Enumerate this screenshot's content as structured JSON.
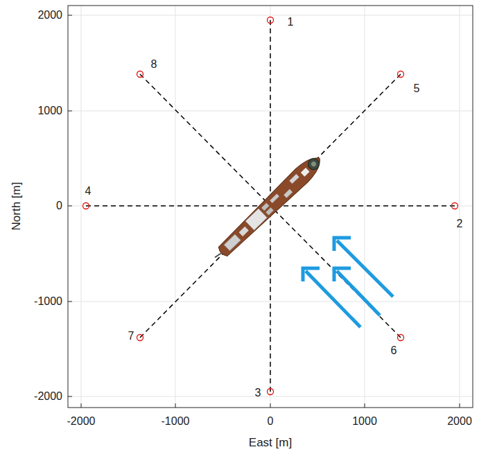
{
  "diagram": {
    "labels": [
      "2000",
      "1000",
      "0",
      "-1000",
      "-2000",
      "-2000",
      "-1000",
      "0",
      "1000",
      "2000",
      "North [m]",
      "East [m]",
      "1",
      "5",
      "2",
      "6",
      "3",
      "7",
      "4",
      "8"
    ]
  }
}
